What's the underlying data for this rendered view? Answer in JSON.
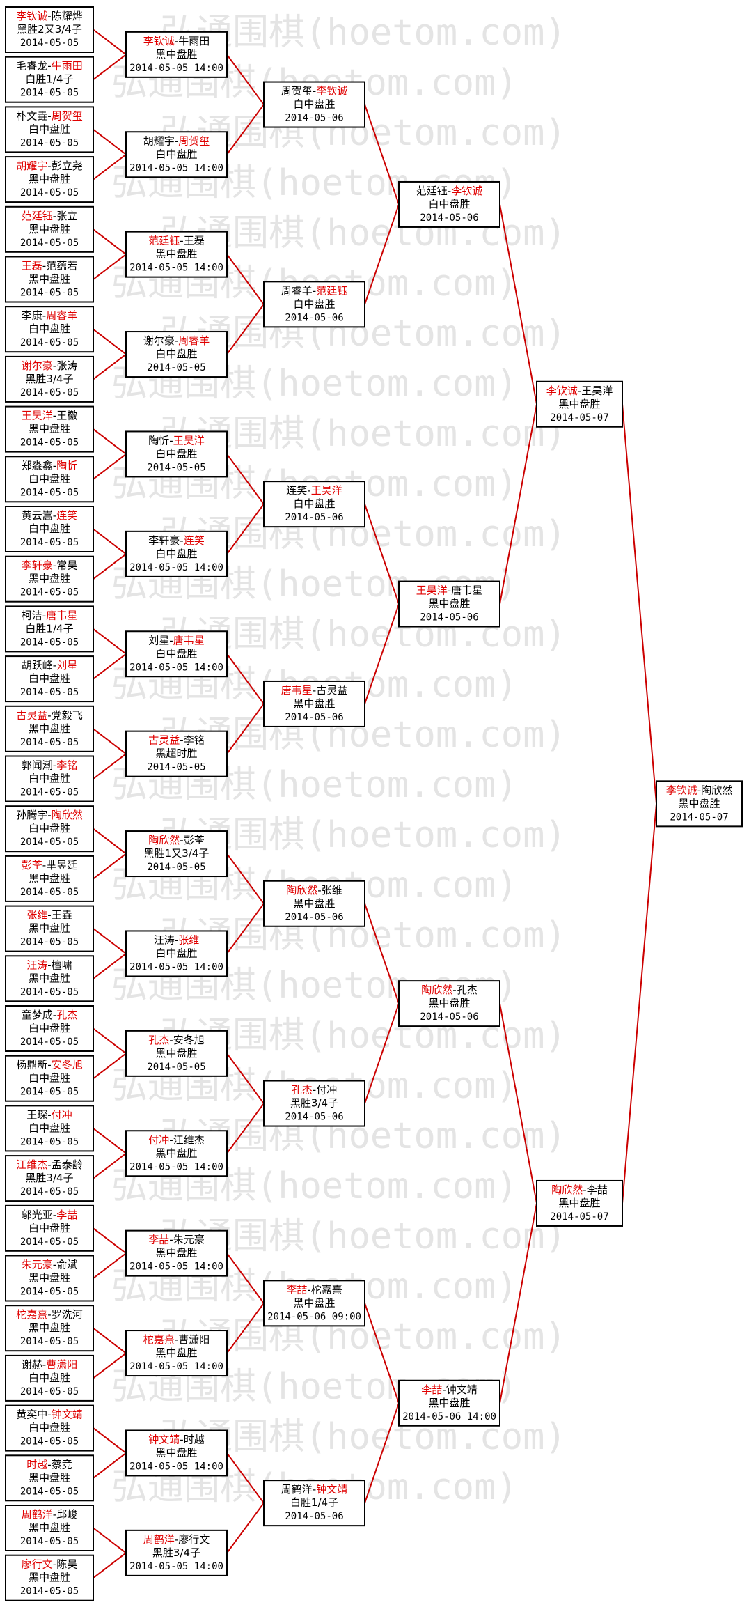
{
  "watermark": {
    "text": "弘通围棋(hoetom.com)"
  },
  "rounds": [
    [
      {
        "p1": "李钦诚",
        "p2": "陈耀烨",
        "winner": 1,
        "result": "黑胜2又3/4子",
        "date": "2014-05-05"
      },
      {
        "p1": "毛睿龙",
        "p2": "牛雨田",
        "winner": 2,
        "result": "白胜1/4子",
        "date": "2014-05-05"
      },
      {
        "p1": "朴文垚",
        "p2": "周贺玺",
        "winner": 2,
        "result": "白中盘胜",
        "date": "2014-05-05"
      },
      {
        "p1": "胡耀宇",
        "p2": "彭立尧",
        "winner": 1,
        "result": "黑中盘胜",
        "date": "2014-05-05"
      },
      {
        "p1": "范廷钰",
        "p2": "张立",
        "winner": 1,
        "result": "黑中盘胜",
        "date": "2014-05-05"
      },
      {
        "p1": "王磊",
        "p2": "范蕴若",
        "winner": 1,
        "result": "黑中盘胜",
        "date": "2014-05-05"
      },
      {
        "p1": "李康",
        "p2": "周睿羊",
        "winner": 2,
        "result": "白中盘胜",
        "date": "2014-05-05"
      },
      {
        "p1": "谢尔豪",
        "p2": "张涛",
        "winner": 1,
        "result": "黑胜3/4子",
        "date": "2014-05-05"
      },
      {
        "p1": "王昊洋",
        "p2": "王檄",
        "winner": 1,
        "result": "黑中盘胜",
        "date": "2014-05-05"
      },
      {
        "p1": "郑淼鑫",
        "p2": "陶忻",
        "winner": 2,
        "result": "白中盘胜",
        "date": "2014-05-05"
      },
      {
        "p1": "黄云嵩",
        "p2": "连笑",
        "winner": 2,
        "result": "白中盘胜",
        "date": "2014-05-05"
      },
      {
        "p1": "李轩豪",
        "p2": "常昊",
        "winner": 1,
        "result": "黑中盘胜",
        "date": "2014-05-05"
      },
      {
        "p1": "柯洁",
        "p2": "唐韦星",
        "winner": 2,
        "result": "白胜1/4子",
        "date": "2014-05-05"
      },
      {
        "p1": "胡跃峰",
        "p2": "刘星",
        "winner": 2,
        "result": "白中盘胜",
        "date": "2014-05-05"
      },
      {
        "p1": "古灵益",
        "p2": "党毅飞",
        "winner": 1,
        "result": "黑中盘胜",
        "date": "2014-05-05"
      },
      {
        "p1": "郭闻潮",
        "p2": "李铭",
        "winner": 2,
        "result": "白中盘胜",
        "date": "2014-05-05"
      },
      {
        "p1": "孙腾宇",
        "p2": "陶欣然",
        "winner": 2,
        "result": "白中盘胜",
        "date": "2014-05-05"
      },
      {
        "p1": "彭荃",
        "p2": "芈昱廷",
        "winner": 1,
        "result": "黑中盘胜",
        "date": "2014-05-05"
      },
      {
        "p1": "张维",
        "p2": "王垚",
        "winner": 1,
        "result": "黑中盘胜",
        "date": "2014-05-05"
      },
      {
        "p1": "汪涛",
        "p2": "檀啸",
        "winner": 1,
        "result": "黑中盘胜",
        "date": "2014-05-05"
      },
      {
        "p1": "童梦成",
        "p2": "孔杰",
        "winner": 2,
        "result": "白中盘胜",
        "date": "2014-05-05"
      },
      {
        "p1": "杨鼎新",
        "p2": "安冬旭",
        "winner": 2,
        "result": "白中盘胜",
        "date": "2014-05-05"
      },
      {
        "p1": "王琛",
        "p2": "付冲",
        "winner": 2,
        "result": "白中盘胜",
        "date": "2014-05-05"
      },
      {
        "p1": "江维杰",
        "p2": "孟泰龄",
        "winner": 1,
        "result": "黑胜3/4子",
        "date": "2014-05-05"
      },
      {
        "p1": "邬光亚",
        "p2": "李喆",
        "winner": 2,
        "result": "白中盘胜",
        "date": "2014-05-05"
      },
      {
        "p1": "朱元豪",
        "p2": "俞斌",
        "winner": 1,
        "result": "黑中盘胜",
        "date": "2014-05-05"
      },
      {
        "p1": "柁嘉熹",
        "p2": "罗洗河",
        "winner": 1,
        "result": "黑中盘胜",
        "date": "2014-05-05"
      },
      {
        "p1": "谢赫",
        "p2": "曹潇阳",
        "winner": 2,
        "result": "白中盘胜",
        "date": "2014-05-05"
      },
      {
        "p1": "黄奕中",
        "p2": "钟文靖",
        "winner": 2,
        "result": "白中盘胜",
        "date": "2014-05-05"
      },
      {
        "p1": "时越",
        "p2": "蔡竞",
        "winner": 1,
        "result": "黑中盘胜",
        "date": "2014-05-05"
      },
      {
        "p1": "周鹤洋",
        "p2": "邱峻",
        "winner": 1,
        "result": "黑中盘胜",
        "date": "2014-05-05"
      },
      {
        "p1": "廖行文",
        "p2": "陈昊",
        "winner": 1,
        "result": "黑中盘胜",
        "date": "2014-05-05"
      }
    ],
    [
      {
        "p1": "李钦诚",
        "p2": "牛雨田",
        "winner": 1,
        "result": "黑中盘胜",
        "date": "2014-05-05 14:00"
      },
      {
        "p1": "胡耀宇",
        "p2": "周贺玺",
        "winner": 2,
        "result": "白中盘胜",
        "date": "2014-05-05 14:00"
      },
      {
        "p1": "范廷钰",
        "p2": "王磊",
        "winner": 1,
        "result": "黑中盘胜",
        "date": "2014-05-05 14:00"
      },
      {
        "p1": "谢尔豪",
        "p2": "周睿羊",
        "winner": 2,
        "result": "白中盘胜",
        "date": "2014-05-05"
      },
      {
        "p1": "陶忻",
        "p2": "王昊洋",
        "winner": 2,
        "result": "白中盘胜",
        "date": "2014-05-05"
      },
      {
        "p1": "李轩豪",
        "p2": "连笑",
        "winner": 2,
        "result": "白中盘胜",
        "date": "2014-05-05 14:00"
      },
      {
        "p1": "刘星",
        "p2": "唐韦星",
        "winner": 2,
        "result": "白中盘胜",
        "date": "2014-05-05 14:00"
      },
      {
        "p1": "古灵益",
        "p2": "李铭",
        "winner": 1,
        "result": "黑超时胜",
        "date": "2014-05-05"
      },
      {
        "p1": "陶欣然",
        "p2": "彭荃",
        "winner": 1,
        "result": "黑胜1又3/4子",
        "date": "2014-05-05"
      },
      {
        "p1": "汪涛",
        "p2": "张维",
        "winner": 2,
        "result": "白中盘胜",
        "date": "2014-05-05 14:00"
      },
      {
        "p1": "孔杰",
        "p2": "安冬旭",
        "winner": 1,
        "result": "黑中盘胜",
        "date": "2014-05-05"
      },
      {
        "p1": "付冲",
        "p2": "江维杰",
        "winner": 1,
        "result": "黑中盘胜",
        "date": "2014-05-05 14:00"
      },
      {
        "p1": "李喆",
        "p2": "朱元豪",
        "winner": 1,
        "result": "黑中盘胜",
        "date": "2014-05-05 14:00"
      },
      {
        "p1": "柁嘉熹",
        "p2": "曹潇阳",
        "winner": 1,
        "result": "黑中盘胜",
        "date": "2014-05-05 14:00"
      },
      {
        "p1": "钟文靖",
        "p2": "时越",
        "winner": 1,
        "result": "黑中盘胜",
        "date": "2014-05-05 14:00"
      },
      {
        "p1": "周鹤洋",
        "p2": "廖行文",
        "winner": 1,
        "result": "黑胜3/4子",
        "date": "2014-05-05 14:00"
      }
    ],
    [
      {
        "p1": "周贺玺",
        "p2": "李钦诚",
        "winner": 2,
        "result": "白中盘胜",
        "date": "2014-05-06"
      },
      {
        "p1": "周睿羊",
        "p2": "范廷钰",
        "winner": 2,
        "result": "白中盘胜",
        "date": "2014-05-06"
      },
      {
        "p1": "连笑",
        "p2": "王昊洋",
        "winner": 2,
        "result": "白中盘胜",
        "date": "2014-05-06"
      },
      {
        "p1": "唐韦星",
        "p2": "古灵益",
        "winner": 1,
        "result": "黑中盘胜",
        "date": "2014-05-06"
      },
      {
        "p1": "陶欣然",
        "p2": "张维",
        "winner": 1,
        "result": "黑中盘胜",
        "date": "2014-05-06"
      },
      {
        "p1": "孔杰",
        "p2": "付冲",
        "winner": 1,
        "result": "黑胜3/4子",
        "date": "2014-05-06"
      },
      {
        "p1": "李喆",
        "p2": "柁嘉熹",
        "winner": 1,
        "result": "黑中盘胜",
        "date": "2014-05-06 09:00"
      },
      {
        "p1": "周鹤洋",
        "p2": "钟文靖",
        "winner": 2,
        "result": "白胜1/4子",
        "date": "2014-05-06"
      }
    ],
    [
      {
        "p1": "范廷钰",
        "p2": "李钦诚",
        "winner": 2,
        "result": "白中盘胜",
        "date": "2014-05-06"
      },
      {
        "p1": "王昊洋",
        "p2": "唐韦星",
        "winner": 1,
        "result": "黑中盘胜",
        "date": "2014-05-06"
      },
      {
        "p1": "陶欣然",
        "p2": "孔杰",
        "winner": 1,
        "result": "黑中盘胜",
        "date": "2014-05-06"
      },
      {
        "p1": "李喆",
        "p2": "钟文靖",
        "winner": 1,
        "result": "黑中盘胜",
        "date": "2014-05-06 14:00"
      }
    ],
    [
      {
        "p1": "李钦诚",
        "p2": "王昊洋",
        "winner": 1,
        "result": "黑中盘胜",
        "date": "2014-05-07"
      },
      {
        "p1": "陶欣然",
        "p2": "李喆",
        "winner": 1,
        "result": "黑中盘胜",
        "date": "2014-05-07"
      }
    ],
    [
      {
        "p1": "李钦诚",
        "p2": "陶欣然",
        "winner": 1,
        "result": "黑中盘胜",
        "date": "2014-05-07"
      }
    ]
  ],
  "colors": {
    "winner": "#e00000",
    "line": "#cc0000",
    "box_border": "#000000",
    "text": "#000000",
    "watermark": "#e4e4e4"
  }
}
